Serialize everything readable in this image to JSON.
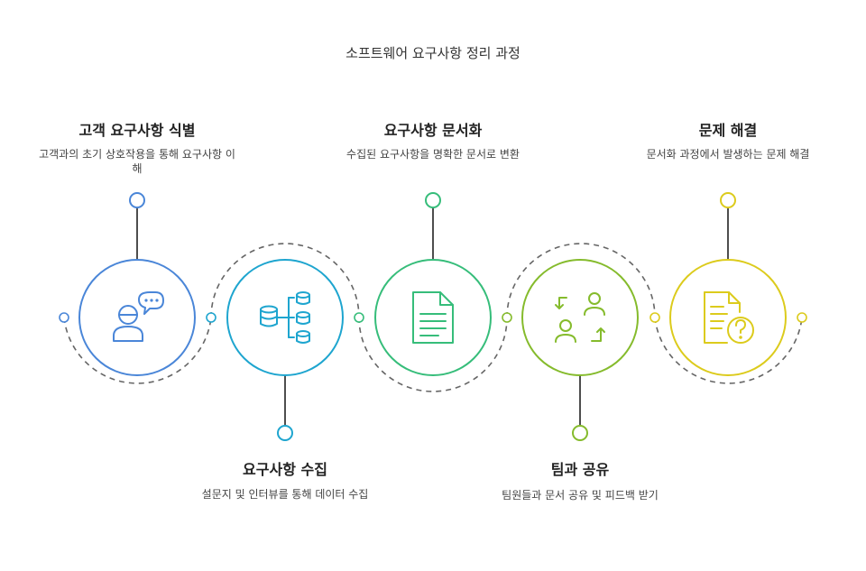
{
  "title": "소프트웨어 요구사항 정리 과정",
  "steps": [
    {
      "title": "고객 요구사항 식별",
      "desc": "고객과의 초기 상호작용을 통해 요구사항 이해",
      "color": "#4a86d8",
      "icon": "customer-chat-icon",
      "position": "top"
    },
    {
      "title": "요구사항 수집",
      "desc": "설문지 및 인터뷰를 통해 데이터 수집",
      "color": "#1ea5cf",
      "icon": "database-collect-icon",
      "position": "bottom"
    },
    {
      "title": "요구사항 문서화",
      "desc": "수집된 요구사항을 명확한 문서로 변환",
      "color": "#36bd7a",
      "icon": "document-icon",
      "position": "top"
    },
    {
      "title": "팀과 공유",
      "desc": "팀원들과 문서 공유 및 피드백 받기",
      "color": "#85bb2c",
      "icon": "share-users-icon",
      "position": "bottom"
    },
    {
      "title": "문제 해결",
      "desc": "문서화 과정에서 발생하는 문제 해결",
      "color": "#dccb1c",
      "icon": "document-question-icon",
      "position": "top"
    }
  ]
}
